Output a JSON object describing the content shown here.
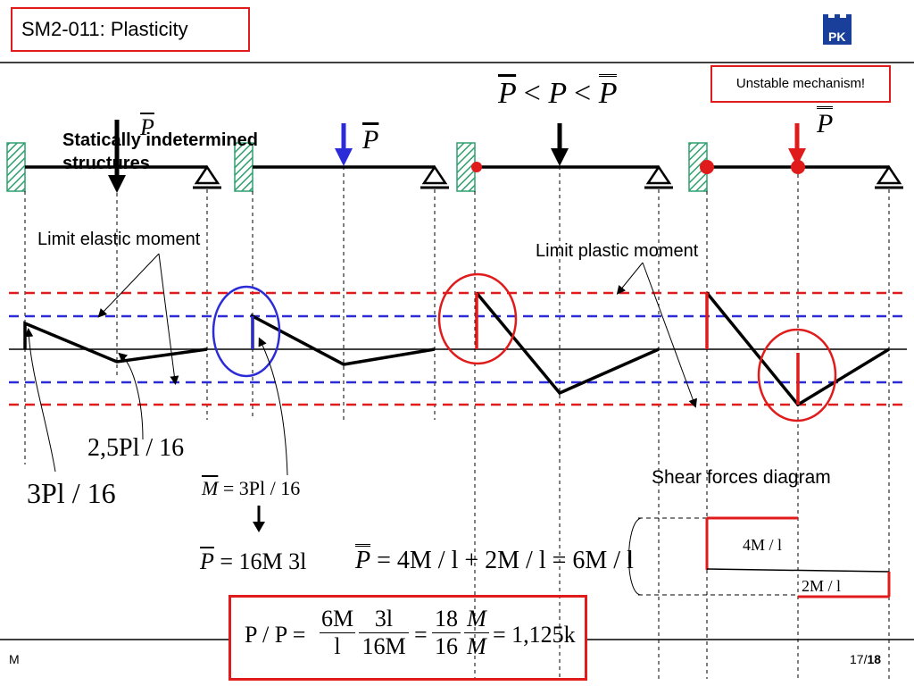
{
  "header": {
    "title": "SM2-011: Plasticity"
  },
  "note": {
    "unstable": "Unstable mechanism!"
  },
  "labels": {
    "statically": "Statically indetermined",
    "structures": "structures",
    "limit_elastic": "Limit elastic moment",
    "limit_plastic": "Limit plastic moment",
    "shear": "Shear forces diagram"
  },
  "loads": {
    "p1": "P",
    "p2": "P",
    "p3_left": "P",
    "p3_lt1": "<",
    "p3_mid": "P",
    "p3_lt2": "<",
    "p3_right": "P",
    "p4": "P"
  },
  "formulas": {
    "m25": "2,5Pl / 16",
    "m3": "3Pl / 16",
    "mbar_lhs": "M",
    "mbar_rhs": "= 3Pl / 16",
    "pbar_lhs": "P",
    "pbar_rhs": "= 16M 3l",
    "pdbl_lhs": "P",
    "pdbl_rhs": "= 4M / l + 2M / l = 6M / l",
    "shear_top": "4M / l",
    "shear_bot": "2M / l",
    "ratio_lhs": "P / P =",
    "ratio_frac1_num": "6M",
    "ratio_frac1_den": "l",
    "ratio_frac2_num": "3l",
    "ratio_frac2_den": "16M",
    "ratio_eq1": "=",
    "ratio_frac3_num": "18",
    "ratio_frac3_den": "16",
    "ratio_frac4_num": "M",
    "ratio_frac4_den": "M",
    "ratio_result": "= 1,125k"
  },
  "footer": {
    "m": "M",
    "page_current": "17/",
    "page_total": "18"
  },
  "colors": {
    "red": "#e01b1b",
    "blue": "#2b2bd8",
    "hatch": "#2fa06e",
    "black": "#000000"
  }
}
